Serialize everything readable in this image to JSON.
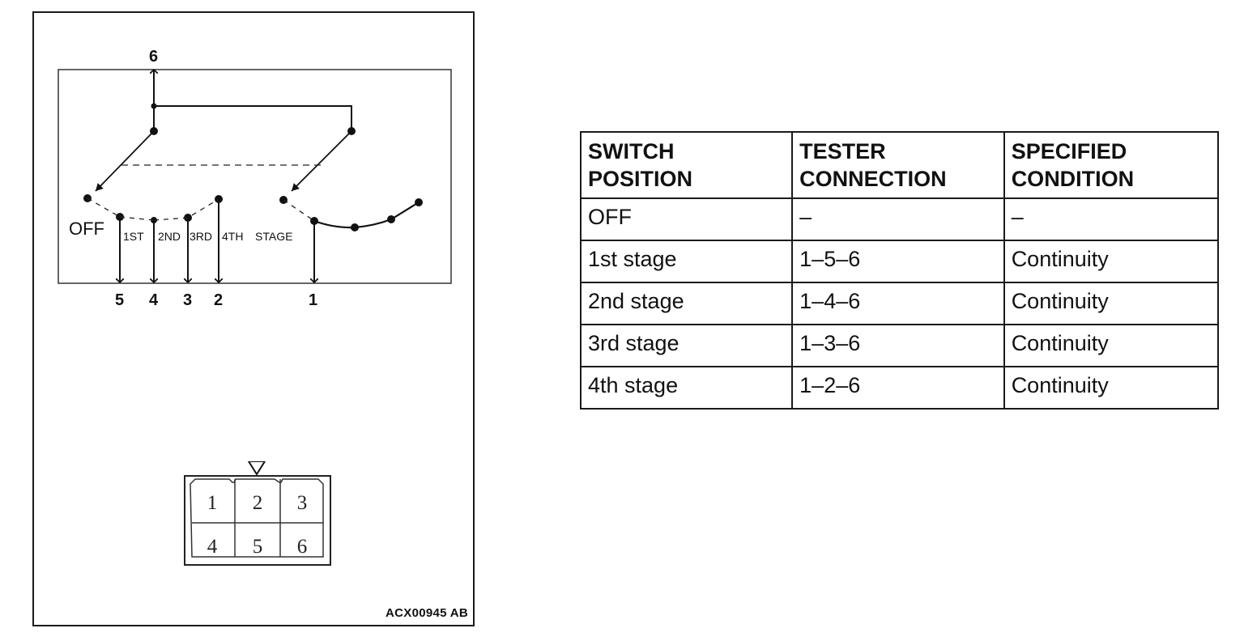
{
  "figure": {
    "top_terminal": "6",
    "bottom_terminals": [
      "5",
      "4",
      "3",
      "2",
      "1"
    ],
    "position_labels": [
      "OFF",
      "1ST",
      "2ND",
      "3RD",
      "4TH",
      "STAGE"
    ],
    "connector_pins": [
      "1",
      "2",
      "3",
      "4",
      "5",
      "6"
    ],
    "figure_code": "ACX00945 AB"
  },
  "table": {
    "headers": [
      [
        "SWITCH",
        "POSITION"
      ],
      [
        "TESTER",
        "CONNECTION"
      ],
      [
        "SPECIFIED",
        "CONDITION"
      ]
    ],
    "rows": [
      [
        "OFF",
        "–",
        "–"
      ],
      [
        "1st stage",
        "1–5–6",
        "Continuity"
      ],
      [
        "2nd stage",
        "1–4–6",
        "Continuity"
      ],
      [
        "3rd stage",
        "1–3–6",
        "Continuity"
      ],
      [
        "4th stage",
        "1–2–6",
        "Continuity"
      ]
    ]
  }
}
